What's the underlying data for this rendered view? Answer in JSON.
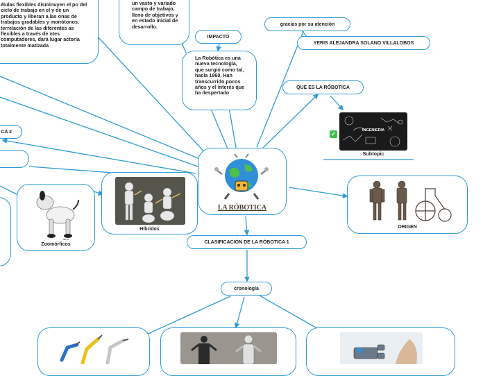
{
  "central": {
    "title": "LA RÓBOTICA"
  },
  "nodes": {
    "impacto": "IMPACTO",
    "impacto_text": "La Robótica es una nueva tecnología, que surgió como tal, hacia 1960. Han transcurrido pocos años y el interés que ha despertado",
    "vasto_text": "un vasto y variado campo de trabajo, lleno de objetivos y en estado inicial de desarrollo.",
    "celulas_text": "élulas flexibles disminuyen el po del ciclo de trabajo en el y de un producto y liberan a las onas de trabajos gradables y monótonos. terrelación de las diferentes as flexibles a través de ntes computadores, dará lugar actoría totalmente matizada",
    "gracias": "gracias por su atención",
    "autor": "YERIS ALEJANDRA SOLANO VILLALOBOS",
    "que_es": "QUE ES LA RÓBOTICA",
    "subtopic": "Subtopic",
    "origen": "ORIGEN",
    "hibridos": "Híbridos",
    "zoomorficos": "Zoomórficos",
    "clasificacion": "CLASIFICACIÓN DE LA RÓBOTICA 1",
    "cronologia": "cronología",
    "ca2": "CA 2",
    "chalk_word": "INGENIERIA",
    "ibot_label": "iBot"
  },
  "colors": {
    "line": "#2e9bd6",
    "check": "#3cc24a"
  },
  "icons": [
    "globe-robot-icon",
    "check-icon"
  ]
}
